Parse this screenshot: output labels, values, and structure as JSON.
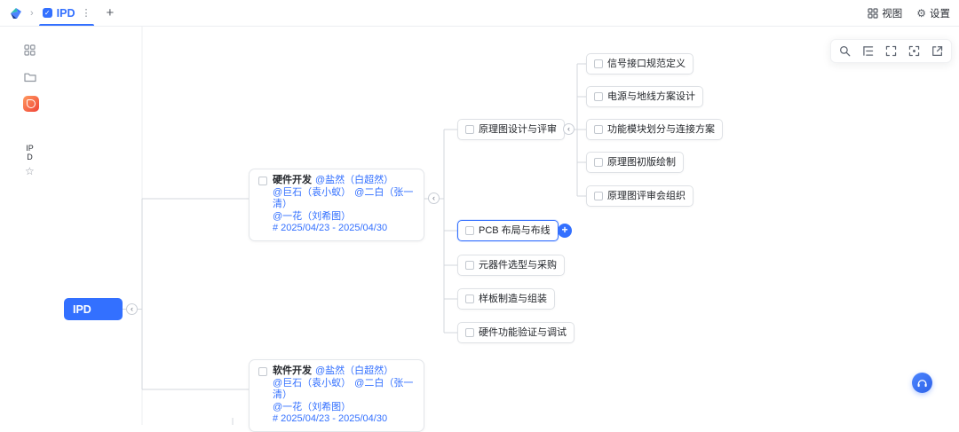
{
  "colors": {
    "accent": "#3370ff"
  },
  "icons": {
    "check": "✓",
    "chevron": "›",
    "more": "⋮",
    "add_tab": "+",
    "gear": "⚙",
    "star": "☆",
    "collapse": "‹",
    "plus": "+"
  },
  "topbar": {
    "tab_label": "IPD",
    "view_label": "视图",
    "settings_label": "设置"
  },
  "sidebar": {
    "pinned_label": "IPD"
  },
  "mindmap": {
    "root_label": "IPD",
    "branches": [
      {
        "title": "硬件开发",
        "mention1": "@盐然（白超然）",
        "mention2": "@巨石（袁小蚁）",
        "mention3": "@二白（张一清）",
        "mention4": "@一花（刘希图）",
        "date": "# 2025/04/23 - 2025/04/30"
      },
      {
        "title": "软件开发",
        "mention1": "@盐然（白超然）",
        "mention2": "@巨石（袁小蚁）",
        "mention3": "@二白（张一清）",
        "mention4": "@一花（刘希图）",
        "date": "# 2025/04/23 - 2025/04/30"
      }
    ],
    "hw_children": [
      {
        "label": "原理图设计与评审"
      },
      {
        "label": "PCB 布局与布线"
      },
      {
        "label": "元器件选型与采购"
      },
      {
        "label": "样板制造与组装"
      },
      {
        "label": "硬件功能验证与调试"
      }
    ],
    "schematic_children": [
      "信号接口规范定义",
      "电源与地线方案设计",
      "功能模块划分与连接方案",
      "原理图初版绘制",
      "原理图评审会组织"
    ]
  }
}
